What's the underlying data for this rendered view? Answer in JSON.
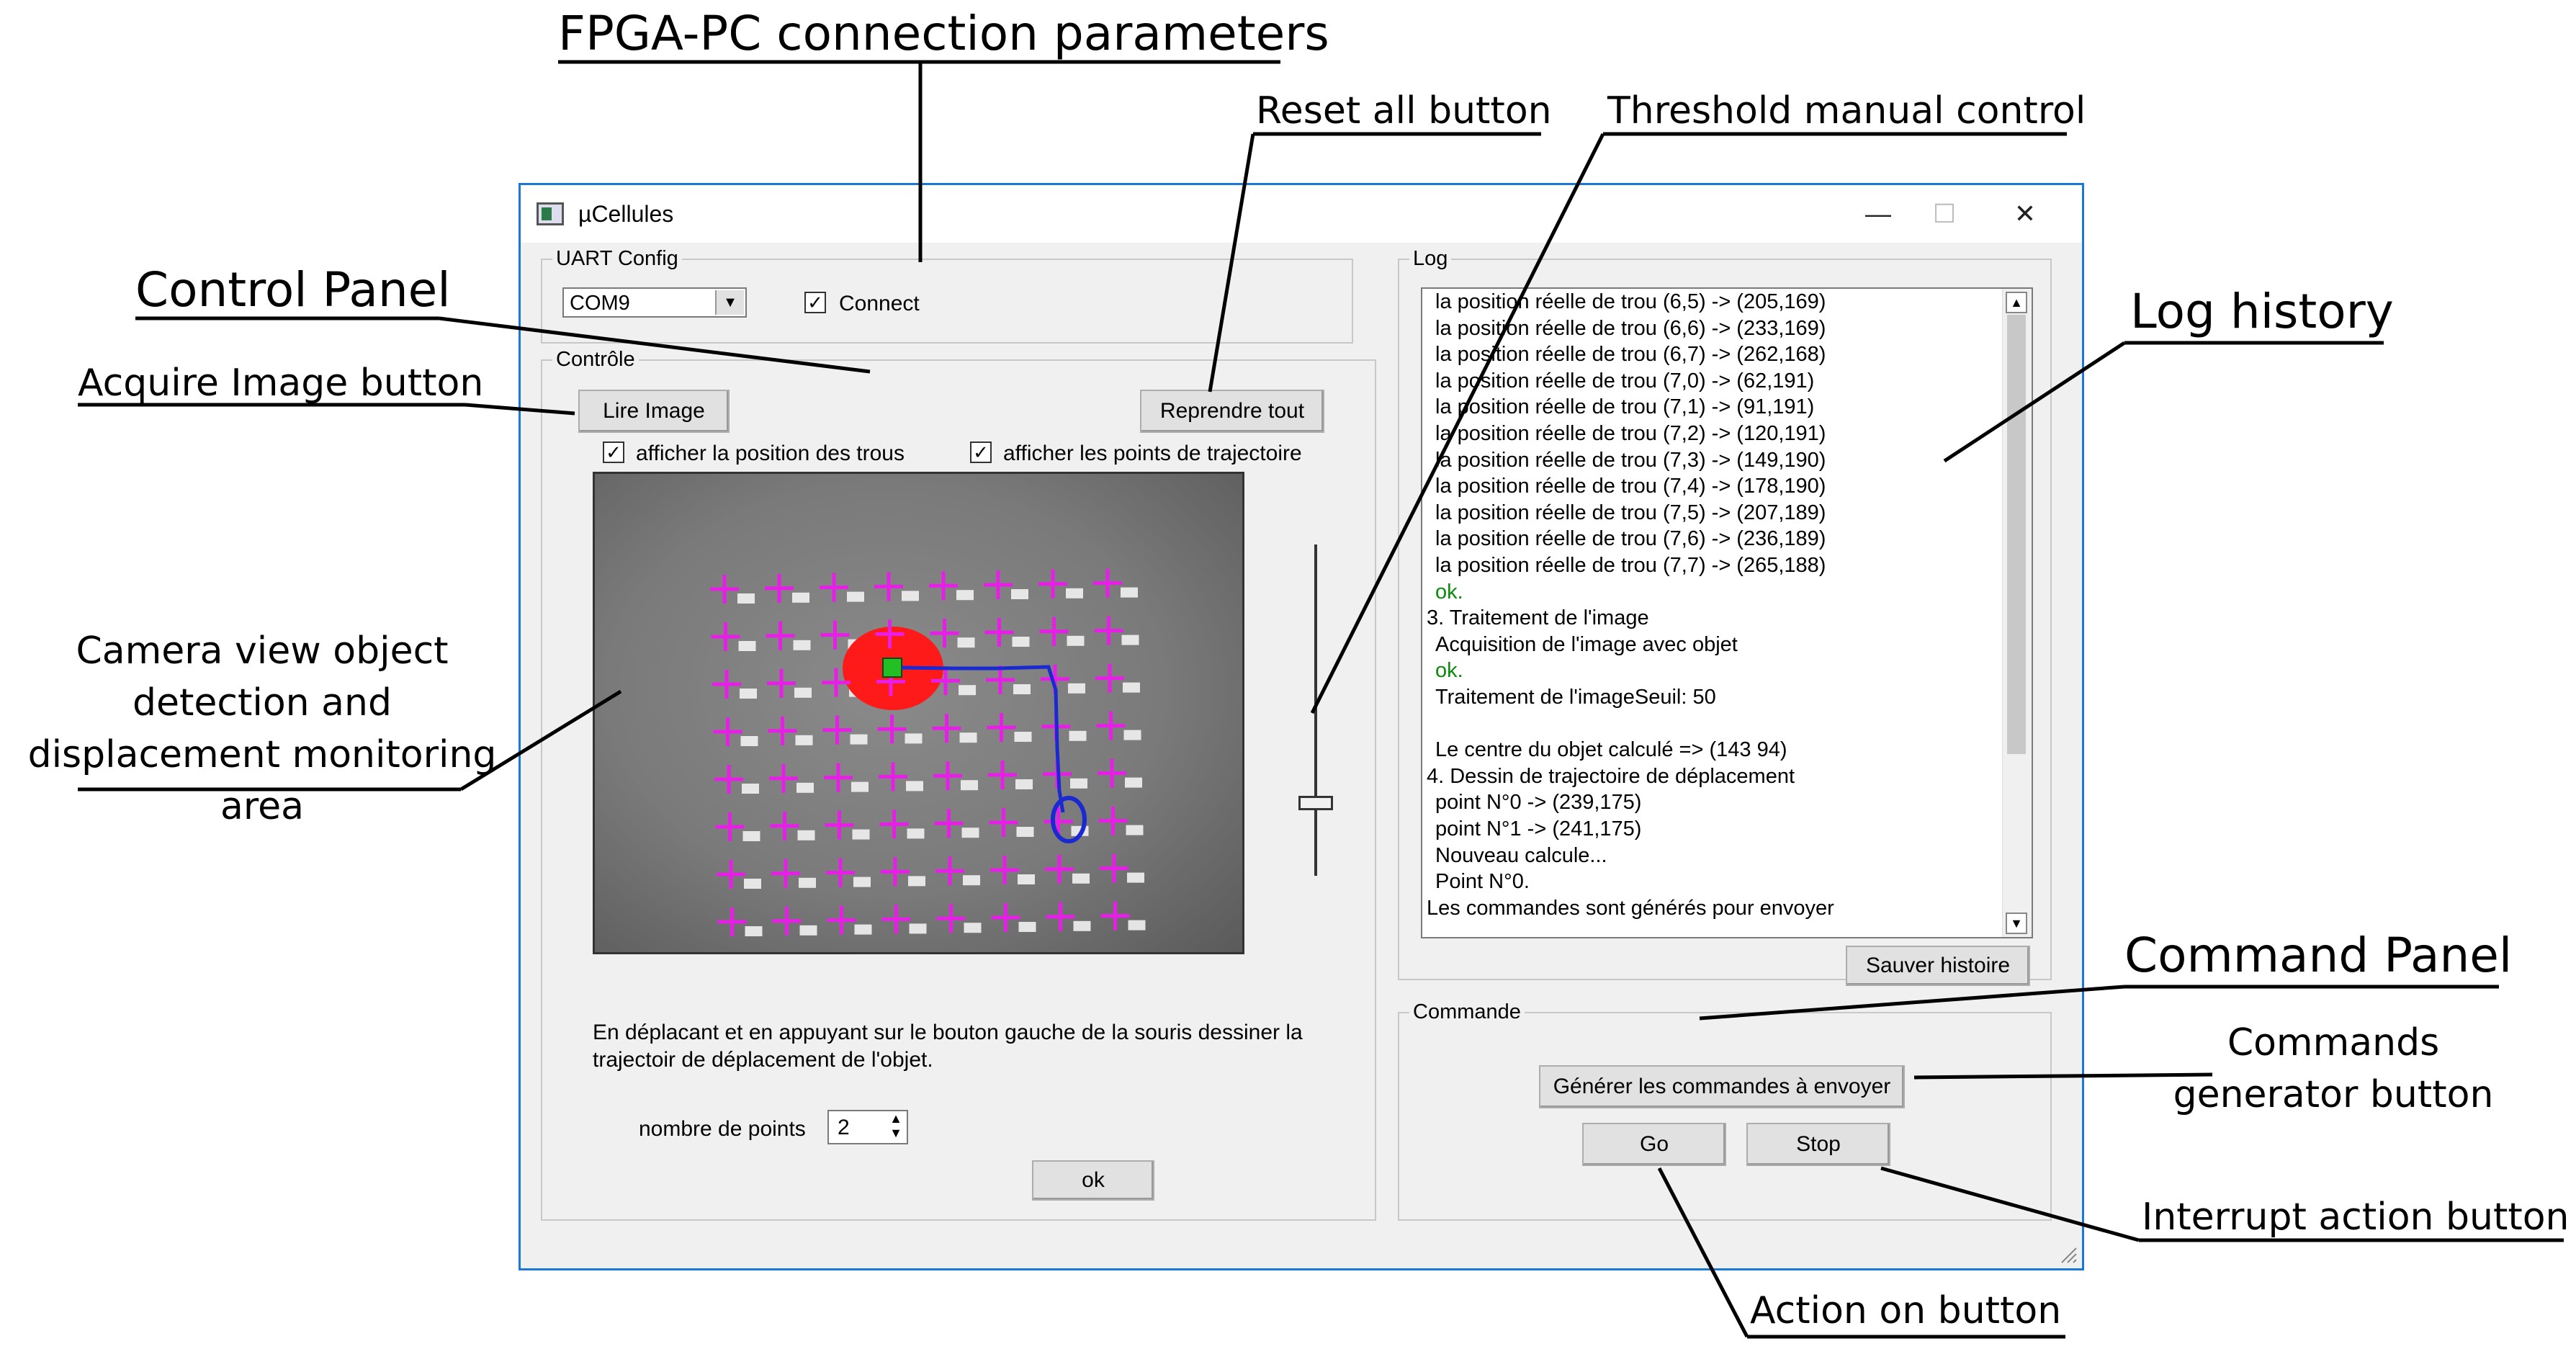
{
  "annotations": {
    "fpga": "FPGA-PC connection parameters",
    "reset": "Reset all button",
    "threshold": "Threshold manual control",
    "control_panel": "Control Panel",
    "acquire": "Acquire Image button",
    "camera": "Camera view object detection and displacement monitoring area",
    "log_history": "Log history",
    "command_panel": "Command Panel",
    "commands_generator": "Commands generator button",
    "interrupt": "Interrupt action button",
    "action_on": "Action on button"
  },
  "window": {
    "title": "µCellules",
    "minimize": "—",
    "maximize": "☐",
    "close": "✕"
  },
  "uart": {
    "legend": "UART Config",
    "port_value": "COM9",
    "connect_label": "Connect",
    "connect_checked": "✓"
  },
  "control": {
    "legend": "Contrôle",
    "acquire_label": "Lire Image",
    "reset_label": "Reprendre tout",
    "show_holes_label": "afficher la position des trous",
    "show_holes_checked": "✓",
    "show_traj_label": "afficher les points de trajectoire",
    "show_traj_checked": "✓",
    "instructions_line1": "En déplacant et en appuyant sur le bouton gauche de la souris dessiner la",
    "instructions_line2": "trajectoir de déplacement de l'objet.",
    "points_label": "nombre de points",
    "points_value": "2",
    "ok_label": "ok",
    "threshold_level": 0.78
  },
  "log": {
    "legend": "Log",
    "lines": [
      {
        "text": "la position réelle de trou (6,5) -> (205,169)",
        "color": "#000000"
      },
      {
        "text": "la position réelle de trou (6,6) -> (233,169)",
        "color": "#000000"
      },
      {
        "text": "la position réelle de trou (6,7) -> (262,168)",
        "color": "#000000"
      },
      {
        "text": "la position réelle de trou (7,0) -> (62,191)",
        "color": "#000000"
      },
      {
        "text": "la position réelle de trou (7,1) -> (91,191)",
        "color": "#000000"
      },
      {
        "text": "la position réelle de trou (7,2) -> (120,191)",
        "color": "#000000"
      },
      {
        "text": "la position réelle de trou (7,3) -> (149,190)",
        "color": "#000000"
      },
      {
        "text": "la position réelle de trou (7,4) -> (178,190)",
        "color": "#000000"
      },
      {
        "text": "la position réelle de trou (7,5) -> (207,189)",
        "color": "#000000"
      },
      {
        "text": "la position réelle de trou (7,6) -> (236,189)",
        "color": "#000000"
      },
      {
        "text": "la position réelle de trou (7,7) -> (265,188)",
        "color": "#000000"
      },
      {
        "text": "ok.",
        "color": "#0a8a0a"
      },
      {
        "text": "3. Traitement de l'image",
        "color": "#000000"
      },
      {
        "text": "Acquisition de l'image avec objet",
        "color": "#000000"
      },
      {
        "text": "ok.",
        "color": "#0a8a0a"
      },
      {
        "text": "Traitement de l'imageSeuil: 50",
        "color": "#000000"
      },
      {
        "text": "",
        "color": "#000000"
      },
      {
        "text": "Le centre du objet calculé => (143 94)",
        "color": "#000000"
      },
      {
        "text": "4. Dessin de trajectoire de déplacement",
        "color": "#000000"
      },
      {
        "text": "point N°0 -> (239,175)",
        "color": "#000000"
      },
      {
        "text": "point N°1 -> (241,175)",
        "color": "#000000"
      },
      {
        "text": "Nouveau calcule...",
        "color": "#000000"
      },
      {
        "text": "Point N°0.",
        "color": "#000000"
      },
      {
        "text": "Les commandes sont générés pour envoyer",
        "color": "#000000"
      }
    ],
    "save_label": "Sauver histoire",
    "scroll_up": "▲",
    "scroll_down": "▼"
  },
  "command": {
    "legend": "Commande",
    "generate_label": "Générer les commandes à envoyer",
    "go_label": "Go",
    "stop_label": "Stop"
  },
  "colors": {
    "accent": "#1b78d4",
    "hole_marker": "#e81ee8",
    "object": "#ff1a1a",
    "trajectory": "#1a2ad0",
    "object_center": "#22c022",
    "log_ok": "#0a8a0a"
  }
}
